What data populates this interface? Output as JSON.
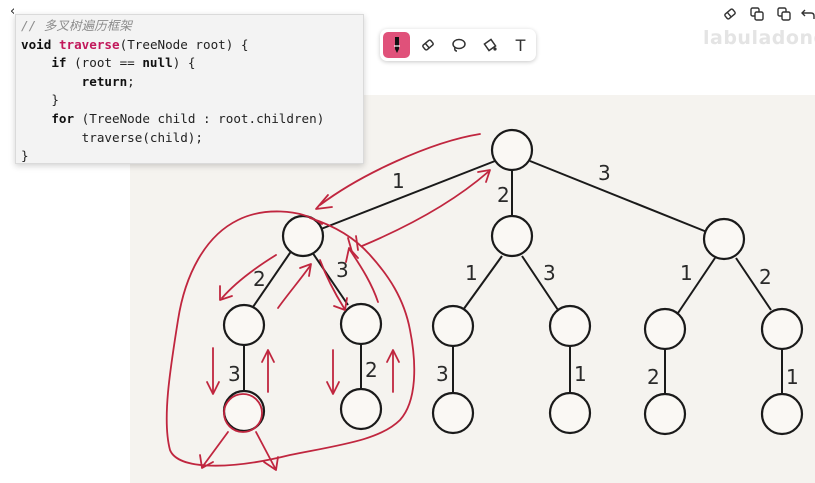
{
  "code": {
    "lines": [
      "// 多叉树遍历框架",
      "void traverse(TreeNode root) {",
      "    if (root == null) {",
      "        return;",
      "    }",
      "    for (TreeNode child : root.children)",
      "        traverse(child);",
      "}"
    ]
  },
  "toolbar": {
    "tools": [
      "pen-tool",
      "eraser-tool",
      "lasso-tool",
      "fill-tool",
      "text-tool"
    ],
    "text_tool_label": "T",
    "active": "pen-tool",
    "accent_color": "#e0517a"
  },
  "top_right": {
    "icons": [
      "undo-icon",
      "redo-icon",
      "copy-icon",
      "back-icon"
    ]
  },
  "watermark": "labuladong",
  "tree": {
    "root_edge_labels": [
      "1",
      "2",
      "3"
    ],
    "left_subtree_edge_labels": [
      "2",
      "3",
      "3",
      "2"
    ],
    "mid_subtree_edge_labels": [
      "1",
      "3",
      "3",
      "1"
    ],
    "right_subtree_edge_labels": [
      "1",
      "2",
      "2",
      "1"
    ],
    "ink_color": "#1a1a1a",
    "annotation_color": "#c0263f"
  }
}
